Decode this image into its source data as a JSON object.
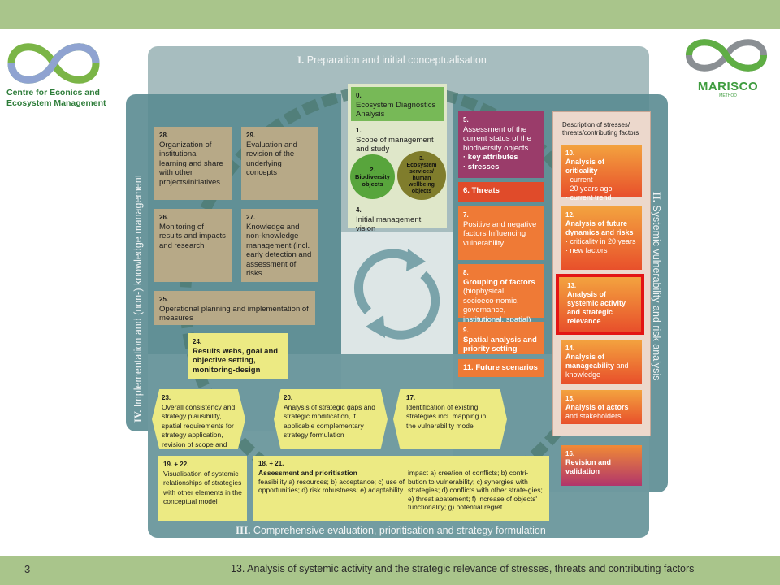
{
  "header": {
    "org_name_line1": "Centre for Econics and",
    "org_name_line2": "Ecosystem Management",
    "method_logo_name": "MARISCO",
    "method_logo_sub": "METHOD"
  },
  "phases": {
    "I": {
      "roman": "I.",
      "title": "Preparation and initial conceptualisation"
    },
    "II": {
      "roman": "II.",
      "title": "Systemic vulnerability and risk analysis"
    },
    "III": {
      "roman": "III.",
      "title": "Comprehensive evaluation, prioritisation and strategy formulation"
    },
    "IV": {
      "roman": "IV.",
      "title": "Implementation and (non-) knowledge management"
    }
  },
  "steps": {
    "s0": {
      "num": "0.",
      "text": "Ecosystem Diagnostics Analysis"
    },
    "s1": {
      "num": "1.",
      "text": "Scope of management and study"
    },
    "s2": {
      "num": "2.",
      "text": "Biodiversity objects"
    },
    "s3": {
      "num": "3.",
      "text": "Ecosystem services/ human wellbeing objects"
    },
    "s4": {
      "num": "4.",
      "text": "Initial management vision"
    },
    "s5": {
      "num": "5.",
      "text": "Assessment of the current status of the biodiversity objects",
      "bullets": [
        "· key attributes",
        "· stresses"
      ]
    },
    "s6": {
      "num": "6.",
      "text": "Threats"
    },
    "s7": {
      "num": "7.",
      "text": "Positive and negative factors Influencing vulnerability"
    },
    "s8": {
      "num": "8.",
      "text": "Grouping of factors",
      "sub": "(biophysical, socioeco-nomic, governance, institutional, spatial)"
    },
    "s9": {
      "num": "9.",
      "text": "Spatial analysis and priority setting"
    },
    "s11": {
      "num": "11.",
      "text": "Future scenarios"
    },
    "desc": {
      "text": "Description of stresses/ threats/contributing factors"
    },
    "s10": {
      "num": "10.",
      "text": "Analysis of criticality",
      "bullets": [
        "· current",
        "· 20 years ago",
        "· current trend"
      ]
    },
    "s12": {
      "num": "12.",
      "text": "Analysis of future dynamics and risks",
      "bullets": [
        "· criticality in 20 years",
        "· new factors"
      ]
    },
    "s13": {
      "num": "13.",
      "text": "Analysis of systemic activity",
      "tail": "and strategic relevance"
    },
    "s14": {
      "num": "14.",
      "text": "Analysis of manageability",
      "tail": "and knowledge"
    },
    "s15": {
      "num": "15.",
      "text": "Analysis of actors",
      "tail": "and stakeholders"
    },
    "s16": {
      "num": "16.",
      "text": "Revision and validation"
    },
    "s17": {
      "num": "17.",
      "text": "Identification of existing strategies incl. mapping in the vulnerability model"
    },
    "s20": {
      "num": "20.",
      "text": "Analysis of strategic gaps and strategic modification, if applicable complementary strategy formulation"
    },
    "s23": {
      "num": "23.",
      "text": "Overall consistency and strategy plausibility, spatial requirements for strategy application, revision of scope and vision"
    },
    "s19": {
      "num": "19. + 22.",
      "text": "Visualisation of systemic relationships of strategies with other elements in the conceptual model"
    },
    "s18": {
      "num": "18. + 21.",
      "text": "Assessment and prioritisation",
      "feas": "feasibility a) resources; b) acceptance; c) use of opportunities; d) risk robustness; e) adaptability",
      "impact": "impact a) creation of conflicts; b) contri-bution to vulnerability; c) synergies with strategies; d) conflicts with other strate-gies; e) threat abatement; f) increase of objects' functionality; g) potential regret"
    },
    "s24": {
      "num": "24.",
      "text": "Results webs, goal and objective setting, monitoring-design"
    },
    "s25": {
      "num": "25.",
      "text": "Operational planning and implementation of measures"
    },
    "s26": {
      "num": "26.",
      "text": "Monitoring of results and impacts and research"
    },
    "s27": {
      "num": "27.",
      "text": "Knowledge and non-knowledge management (incl. early detection and assessment of risks"
    },
    "s28": {
      "num": "28.",
      "text": "Organization of institutional learning and share with other projects/initiatives"
    },
    "s29": {
      "num": "29.",
      "text": "Evaluation and revision of the underlying concepts"
    }
  },
  "footer": {
    "page_number": "3",
    "caption": "13. Analysis of systemic activity and the strategic relevance of stresses, threats and contributing factors"
  },
  "colors": {
    "bar": "#a9c58b",
    "highlight": "#e31414",
    "panel": "#5a8b91"
  }
}
